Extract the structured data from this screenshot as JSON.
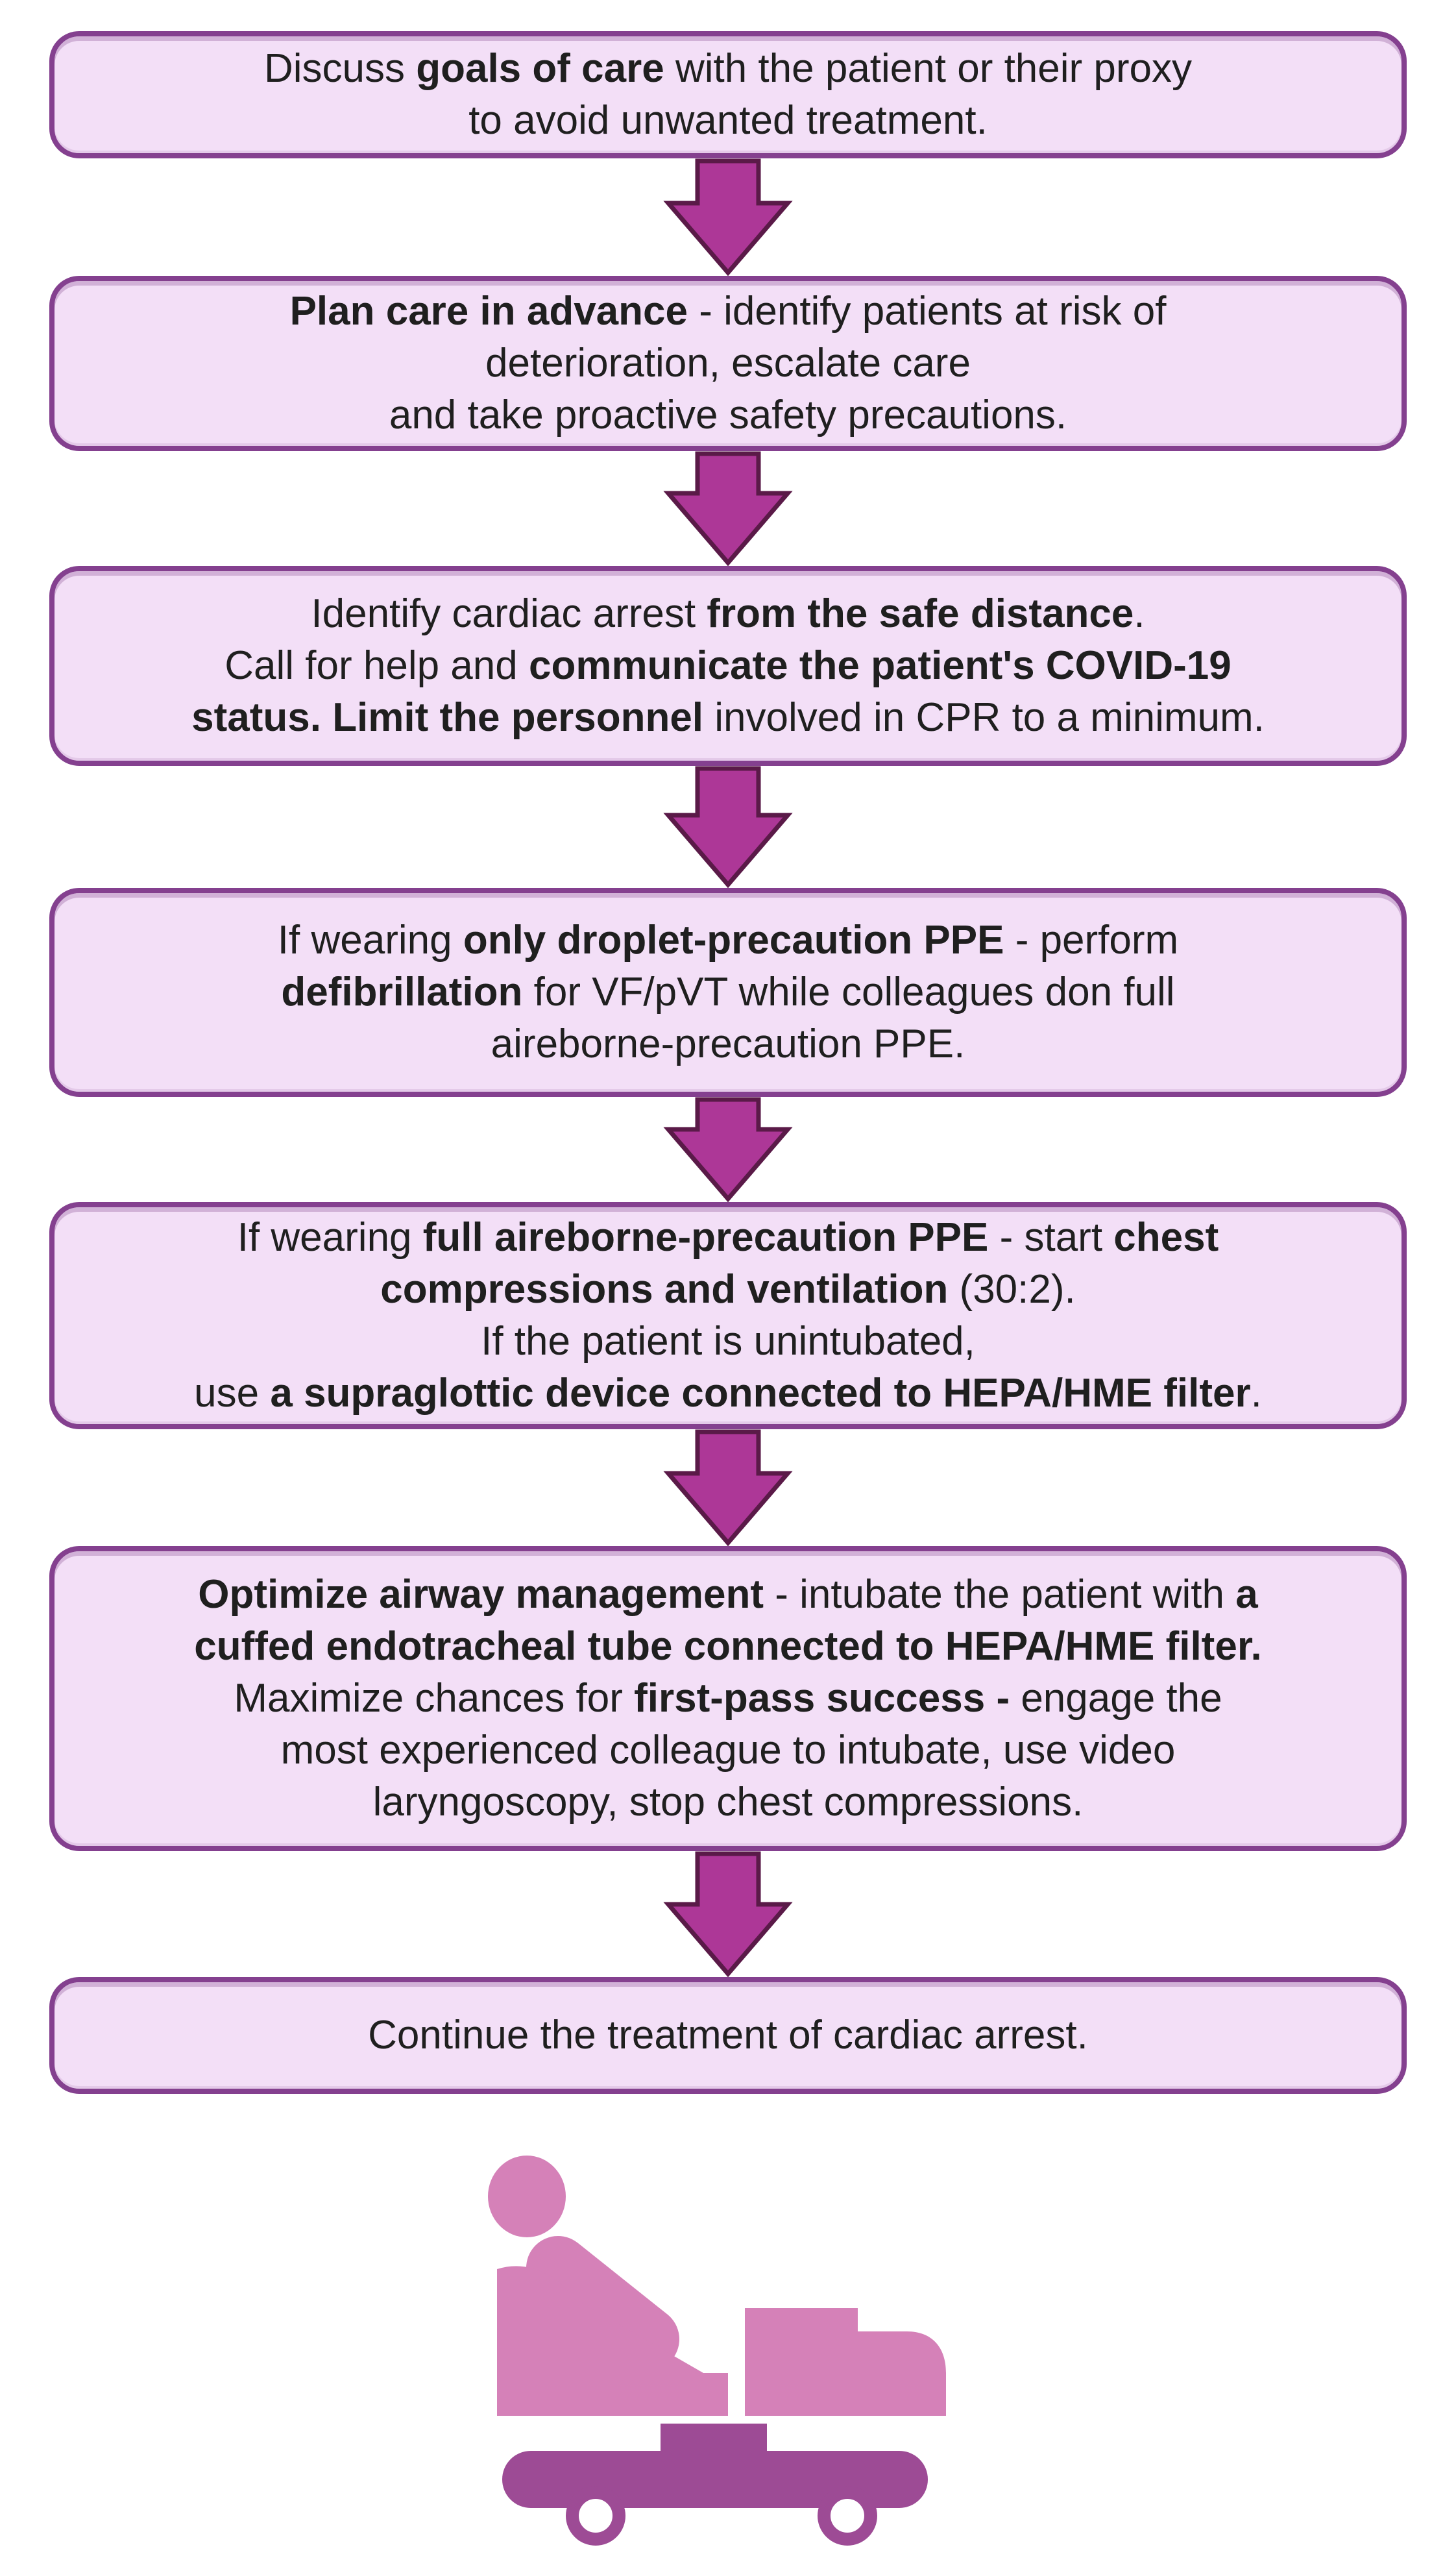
{
  "title": "CPR in COVID-19 patient flowchart",
  "colors": {
    "background": "#FFFFFF",
    "box_fill": "#F3DFF7",
    "box_border": "#84408F",
    "arrow_fill": "#AD3797",
    "arrow_stroke": "#5A1A48",
    "text": "#1F1F1F",
    "icon_pink": "#D581B8",
    "icon_purple": "#9D4B95"
  },
  "steps": [
    {
      "name": "discuss-goals-of-care",
      "lines": [
        [
          {
            "t": "Discuss "
          },
          {
            "t": "goals of care",
            "b": true
          },
          {
            "t": " with the patient or their proxy"
          }
        ],
        [
          {
            "t": "to avoid unwanted treatment."
          }
        ]
      ]
    },
    {
      "name": "plan-care-in-advance",
      "lines": [
        [
          {
            "t": "Plan care in advance",
            "b": true
          },
          {
            "t": " - identify patients at risk of"
          }
        ],
        [
          {
            "t": "deterioration, escalate care"
          }
        ],
        [
          {
            "t": "and take proactive safety precautions."
          }
        ]
      ]
    },
    {
      "name": "identify-cardiac-arrest",
      "lines": [
        [
          {
            "t": "Identify cardiac arrest "
          },
          {
            "t": "from the safe distance",
            "b": true
          },
          {
            "t": "."
          }
        ],
        [
          {
            "t": "Call for help and "
          },
          {
            "t": "communicate the patient's COVID-19",
            "b": true
          }
        ],
        [
          {
            "t": "status.",
            "b": true
          },
          {
            "t": " "
          },
          {
            "t": "Limit the personnel",
            "b": true
          },
          {
            "t": " involved in CPR to a minimum."
          }
        ]
      ]
    },
    {
      "name": "droplet-precaution-defibrillation",
      "lines": [
        [
          {
            "t": "If wearing "
          },
          {
            "t": "only droplet-precaution PPE",
            "b": true
          },
          {
            "t": " - perform"
          }
        ],
        [
          {
            "t": "defibrillation",
            "b": true
          },
          {
            "t": " for VF/pVT while colleagues don full"
          }
        ],
        [
          {
            "t": "aireborne-precaution PPE."
          }
        ]
      ]
    },
    {
      "name": "airborne-precaution-compressions",
      "lines": [
        [
          {
            "t": "If wearing "
          },
          {
            "t": "full aireborne-precaution PPE",
            "b": true
          },
          {
            "t": " - start "
          },
          {
            "t": "chest",
            "b": true
          }
        ],
        [
          {
            "t": "compressions and ventilation",
            "b": true
          },
          {
            "t": " (30:2)."
          }
        ],
        [
          {
            "t": "If the patient is unintubated,"
          }
        ],
        [
          {
            "t": "use "
          },
          {
            "t": "a supraglottic device connected to HEPA/HME filter",
            "b": true
          },
          {
            "t": "."
          }
        ]
      ]
    },
    {
      "name": "optimize-airway-management",
      "lines": [
        [
          {
            "t": "Optimize airway management",
            "b": true
          },
          {
            "t": " - intubate the patient with "
          },
          {
            "t": "a",
            "b": true
          }
        ],
        [
          {
            "t": "cuffed endotracheal tube connected to HEPA/HME filter.",
            "b": true
          }
        ],
        [
          {
            "t": "Maximize chances for "
          },
          {
            "t": "first-pass success -",
            "b": true
          },
          {
            "t": " engage the"
          }
        ],
        [
          {
            "t": "most experienced colleague to intubate, use video"
          }
        ],
        [
          {
            "t": "laryngoscopy, stop chest compressions."
          }
        ]
      ]
    },
    {
      "name": "continue-treatment",
      "lines": [
        [
          {
            "t": "Continue the treatment of cardiac arrest."
          }
        ]
      ]
    }
  ],
  "icon": {
    "name": "patient-in-hospital-bed-icon",
    "description": "Patient reclining in a hospital bed with wheels"
  }
}
